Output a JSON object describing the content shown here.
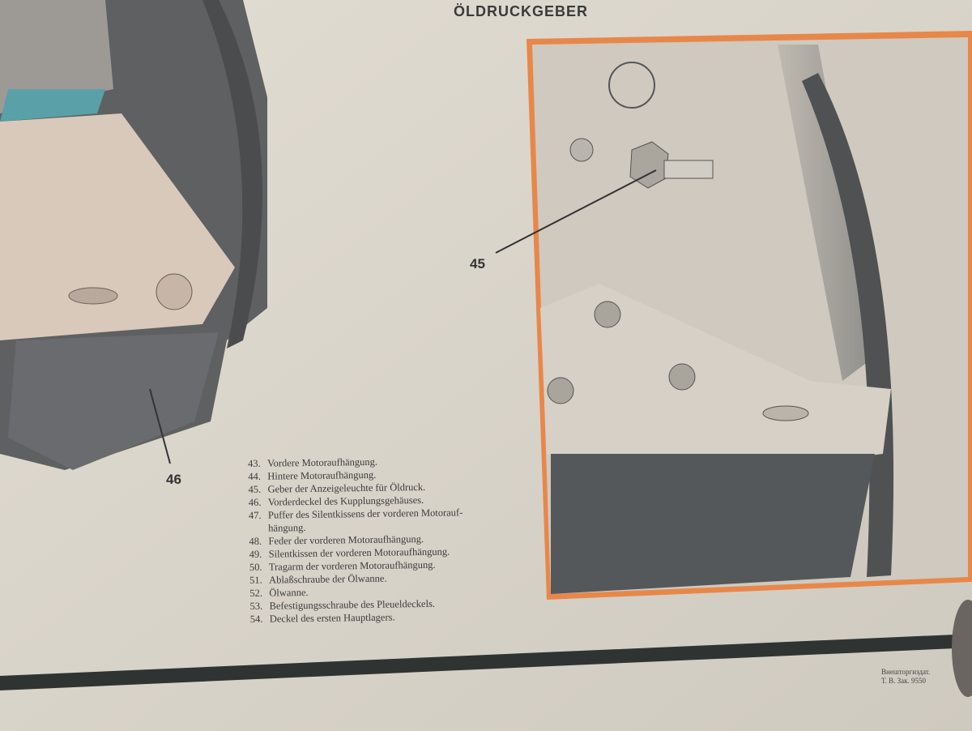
{
  "poster": {
    "title": "ÖLDRUCKGEBER",
    "callouts": {
      "c45": "45",
      "c46": "46"
    },
    "legend": [
      {
        "num": "43.",
        "text": "Vordere Motoraufhängung."
      },
      {
        "num": "44.",
        "text": "Hintere Motoraufhängung."
      },
      {
        "num": "45.",
        "text": "Geber der Anzeigeleuchte für Öldruck."
      },
      {
        "num": "46.",
        "text": "Vorderdeckel des Kupplungsgehäuses."
      },
      {
        "num": "47.",
        "text": "Puffer des Silentkissens der vorderen Motorauf-",
        "cont": "hängung."
      },
      {
        "num": "48.",
        "text": "Feder der vorderen Motoraufhängung."
      },
      {
        "num": "49.",
        "text": "Silentkissen der vorderen Motoraufhängung."
      },
      {
        "num": "50.",
        "text": "Tragarm der vorderen Motoraufhängung."
      },
      {
        "num": "51.",
        "text": "Ablaßschraube der Ölwanne."
      },
      {
        "num": "52.",
        "text": "Ölwanne."
      },
      {
        "num": "53.",
        "text": "Befestigungsschraube des Pleueldeckels."
      },
      {
        "num": "54.",
        "text": "Deckel des ersten Hauptlagers."
      }
    ],
    "imprint": {
      "line1": "Внешторгиздат.",
      "line2": "Т. В. Зак. 9550"
    },
    "colors": {
      "paper": "#dcd7cc",
      "frame": "#e8874a",
      "bar": "#2f3433"
    }
  }
}
